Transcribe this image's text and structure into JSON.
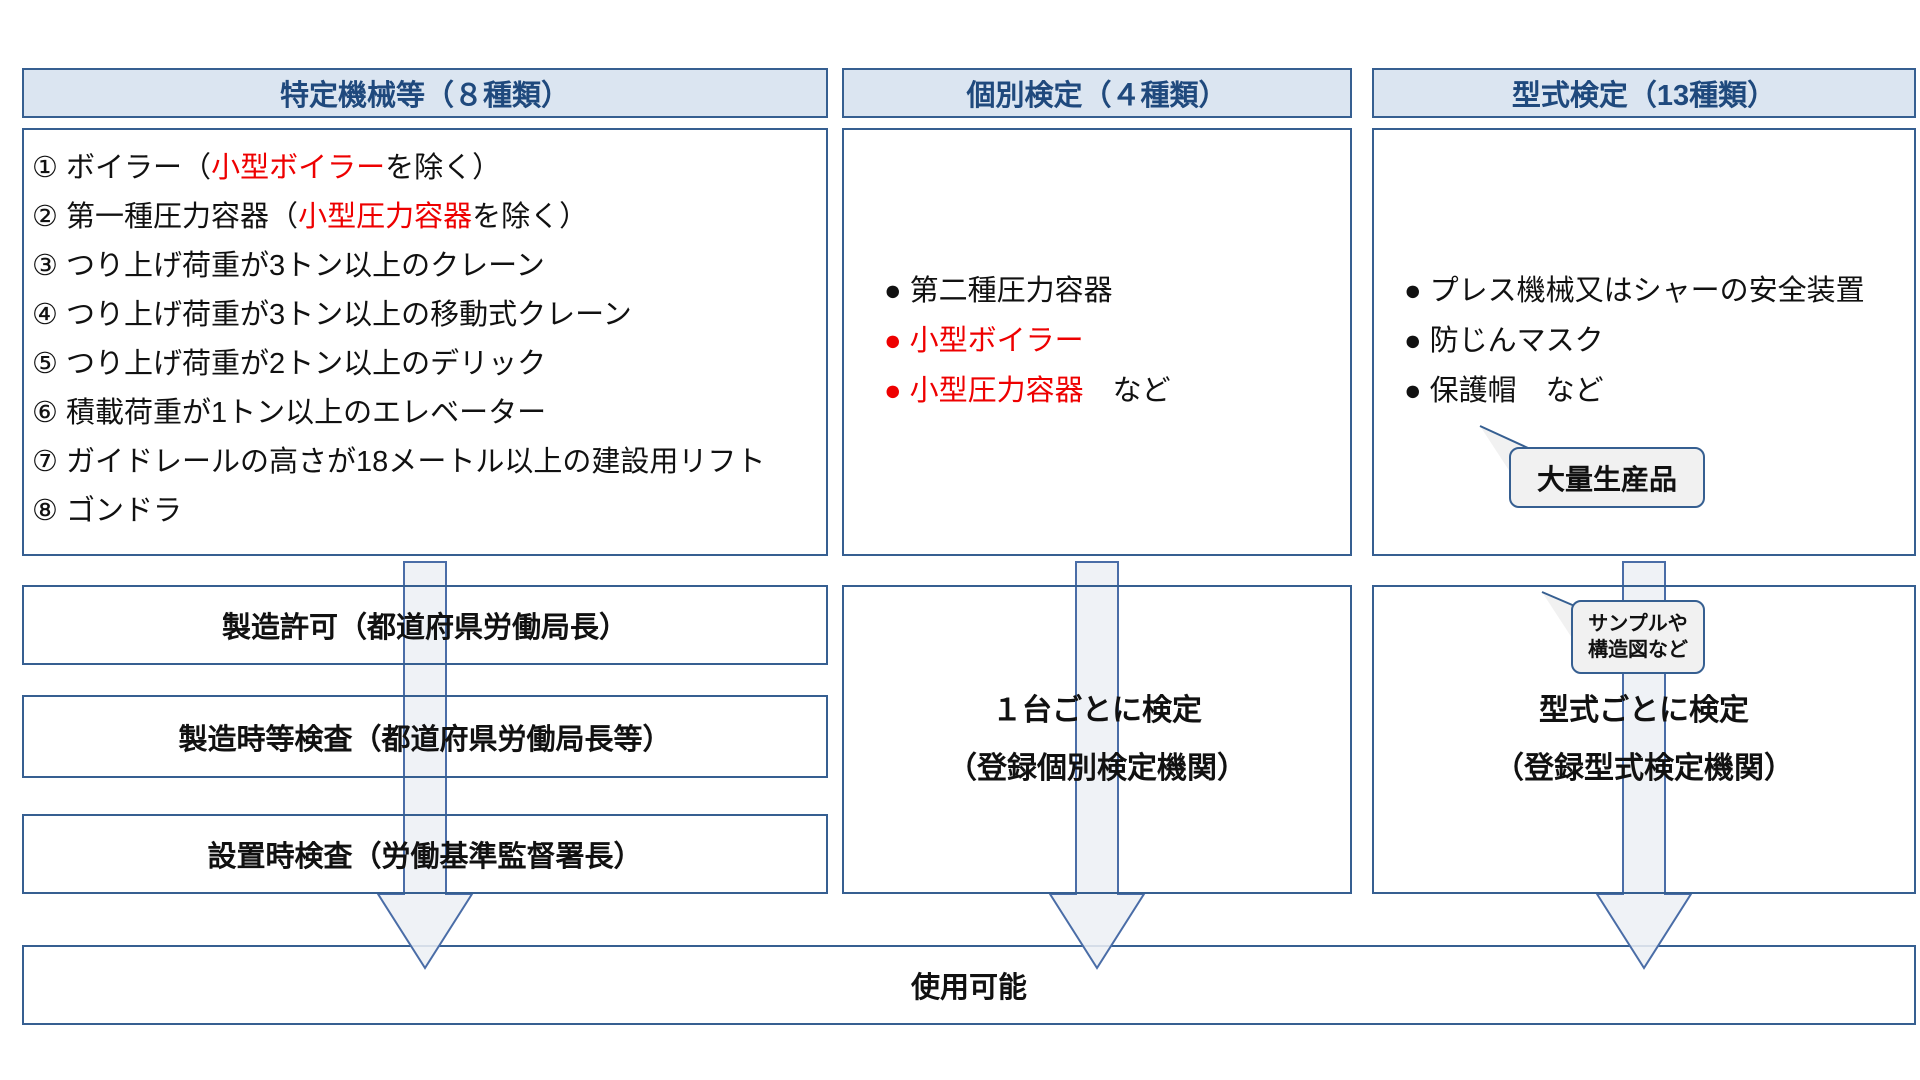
{
  "colors": {
    "border_blue": "#365f91",
    "header_fill": "#dbe5f1",
    "header_text": "#1f497d",
    "red_text": "#ee0000",
    "arrow_fill": "#edf0f5",
    "callout_fill": "#f1f1f1"
  },
  "columns": [
    {
      "header": "特定機械等（８種類）",
      "items": [
        {
          "segments": [
            {
              "t": "① ボイラー（"
            },
            {
              "t": "小型ボイラー",
              "red": true
            },
            {
              "t": "を除く）"
            }
          ]
        },
        {
          "segments": [
            {
              "t": "② 第一種圧力容器（"
            },
            {
              "t": "小型圧力容器",
              "red": true
            },
            {
              "t": "を除く）"
            }
          ]
        },
        {
          "segments": [
            {
              "t": "③ つり上げ荷重が3トン以上のクレーン"
            }
          ]
        },
        {
          "segments": [
            {
              "t": "④ つり上げ荷重が3トン以上の移動式クレーン"
            }
          ]
        },
        {
          "segments": [
            {
              "t": "⑤ つり上げ荷重が2トン以上のデリック"
            }
          ]
        },
        {
          "segments": [
            {
              "t": "⑥ 積載荷重が1トン以上のエレベーター"
            }
          ]
        },
        {
          "segments": [
            {
              "t": "⑦ ガイドレールの高さが18メートル以上の建設用リフト"
            }
          ]
        },
        {
          "segments": [
            {
              "t": "⑧ ゴンドラ"
            }
          ]
        }
      ],
      "steps": [
        "製造許可（都道府県労働局長）",
        "製造時等検査（都道府県労働局長等）",
        "設置時検査（労働基準監督署長）"
      ]
    },
    {
      "header": "個別検定（４種類）",
      "items": [
        {
          "segments": [
            {
              "t": "● 第二種圧力容器"
            }
          ]
        },
        {
          "segments": [
            {
              "t": "● 小型ボイラー",
              "red": true
            }
          ]
        },
        {
          "segments": [
            {
              "t": "● 小型圧力容器",
              "red": true
            },
            {
              "t": "　など"
            }
          ]
        }
      ],
      "bottom_line1": "１台ごとに検定",
      "bottom_line2": "（登録個別検定機関）"
    },
    {
      "header": "型式検定（13種類）",
      "items": [
        {
          "segments": [
            {
              "t": "● プレス機械又はシャーの安全装置"
            }
          ]
        },
        {
          "segments": [
            {
              "t": "● 防じんマスク"
            }
          ]
        },
        {
          "segments": [
            {
              "t": "● 保護帽　など"
            }
          ]
        }
      ],
      "callout_mass_production": "大量生産品",
      "callout_sample_line1": "サンプルや",
      "callout_sample_line2": "構造図など",
      "bottom_line1": "型式ごとに検定",
      "bottom_line2": "（登録型式検定機関）"
    }
  ],
  "footer_label": "使用可能"
}
